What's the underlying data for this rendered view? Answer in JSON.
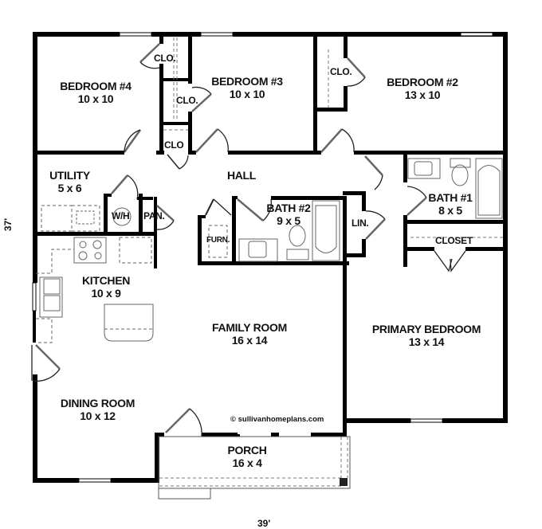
{
  "plan": {
    "width_label": "39'",
    "depth_label": "37'",
    "copyright": "© sullivanhomeplans.com",
    "wall_color": "#000000",
    "fixture_color": "#444444",
    "background": "#ffffff"
  },
  "rooms": [
    {
      "name": "BEDROOM #4",
      "dims": "10 x 10"
    },
    {
      "name": "BEDROOM #3",
      "dims": "10 x 10"
    },
    {
      "name": "BEDROOM #2",
      "dims": "13 x 10"
    },
    {
      "name": "UTILITY",
      "dims": "5 x 6"
    },
    {
      "name": "HALL",
      "dims": ""
    },
    {
      "name": "BATH #2",
      "dims": "9 x 5"
    },
    {
      "name": "BATH #1",
      "dims": "8 x 5"
    },
    {
      "name": "KITCHEN",
      "dims": "10 x 9"
    },
    {
      "name": "FAMILY ROOM",
      "dims": "16 x 14"
    },
    {
      "name": "PRIMARY BEDROOM",
      "dims": "13 x 14"
    },
    {
      "name": "DINING ROOM",
      "dims": "10 x 12"
    },
    {
      "name": "PORCH",
      "dims": "16 x 4"
    }
  ],
  "small_spaces": {
    "clo1": "CLO.",
    "clo2": "CLO.",
    "clo3": "CLO",
    "clo4": "CLO.",
    "wh": "W/H",
    "pan": "PAN.",
    "furn": "FURN.",
    "lin": "LIN.",
    "closet": "CLOSET"
  }
}
